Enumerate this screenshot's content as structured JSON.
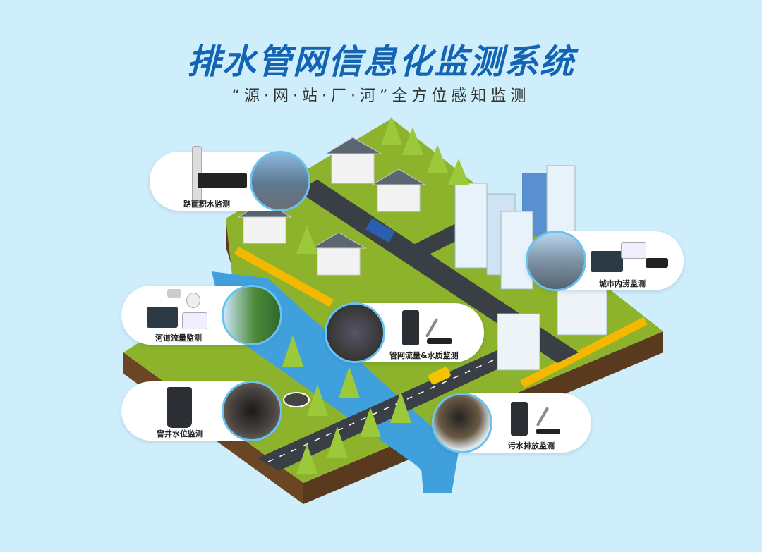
{
  "header": {
    "title": "排水管网信息化监测系统",
    "subtitle": "“源·网·站·厂·河”全方位感知监测"
  },
  "callouts": [
    {
      "label": "路面积水监测",
      "icon": "road-waterlogging-photo"
    },
    {
      "label": "城市内涝监测",
      "icon": "urban-flooding-photo"
    },
    {
      "label": "河道流量监测",
      "icon": "river-flow-photo"
    },
    {
      "label": "管网流量&水质监测",
      "icon": "pipe-network-photo"
    },
    {
      "label": "窨井水位监测",
      "icon": "manhole-level-photo"
    },
    {
      "label": "污水排放监测",
      "icon": "sewage-discharge-photo"
    }
  ],
  "colors": {
    "background": "#cfeefb",
    "title": "#1464b4",
    "grass": "#8db32c",
    "soil": "#5a3a1e",
    "water": "#3fa0dc",
    "road": "#3a3f45",
    "pipe": "#f5b800",
    "photo_border": "#6cc2ef"
  }
}
